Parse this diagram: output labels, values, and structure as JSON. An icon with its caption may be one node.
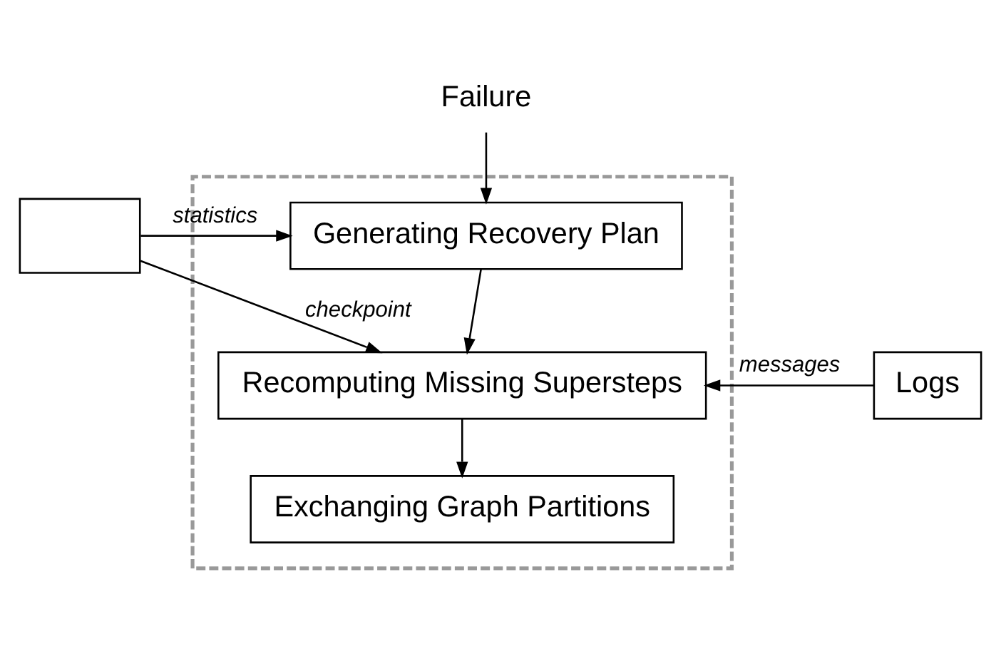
{
  "diagram": {
    "nodes": [
      {
        "text": [],
        "shape": "box"
      },
      {
        "text": [
          "Failure"
        ]
      },
      {
        "text": [
          "Generating Recovery Plan"
        ],
        "in": 0
      },
      {
        "text": [
          "Recomputing Missing Supersteps"
        ],
        "in": 0
      },
      {
        "text": [
          "Exchanging Graph Partitions"
        ],
        "in": 0
      },
      {
        "text": [],
        "shape": "box"
      },
      {
        "text": [
          "Logs"
        ]
      }
    ],
    "edges": [
      {
        "from": 1,
        "to": 2,
        "arrow": "to"
      },
      {
        "from": 5,
        "to": 2,
        "arrow": "to",
        "label": "statistics"
      },
      {
        "from": 5,
        "to": 3,
        "arrow": "to",
        "label": "checkpoint"
      },
      {
        "from": 6,
        "to": 3,
        "arrow": "to",
        "label": "messages"
      },
      {
        "from": 2,
        "to": 3,
        "arrow": "to"
      },
      {
        "from": 3,
        "to": 4,
        "arrow": "to"
      }
    ]
  }
}
